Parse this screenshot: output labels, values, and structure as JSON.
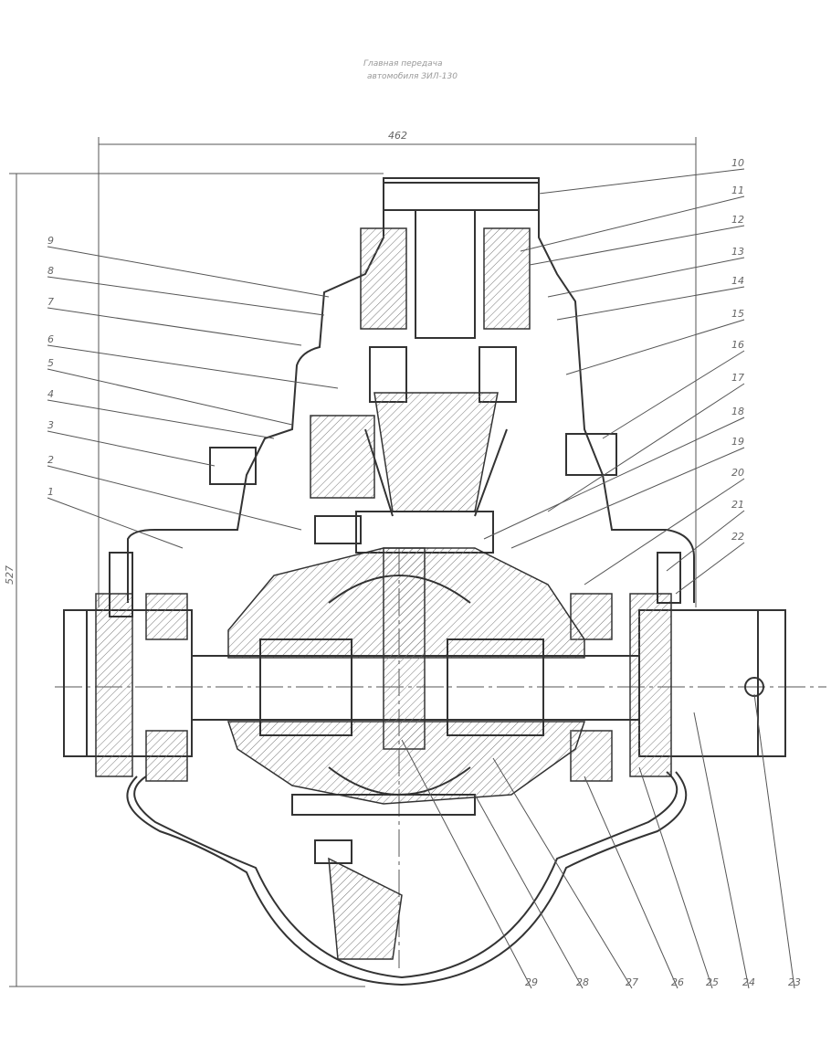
{
  "title": {
    "line1": "Главная передача",
    "line2": "автомобиля ЗИЛ-130"
  },
  "dimensions": {
    "width": "462",
    "height": "527"
  },
  "callouts_left": [
    "9",
    "8",
    "7",
    "6",
    "5",
    "4",
    "3",
    "2",
    "1"
  ],
  "callouts_right": [
    "10",
    "11",
    "12",
    "13",
    "14",
    "15",
    "16",
    "17",
    "18",
    "19",
    "20",
    "21",
    "22"
  ],
  "callouts_bottom": [
    "29",
    "28",
    "27",
    "26",
    "25",
    "24",
    "23"
  ]
}
